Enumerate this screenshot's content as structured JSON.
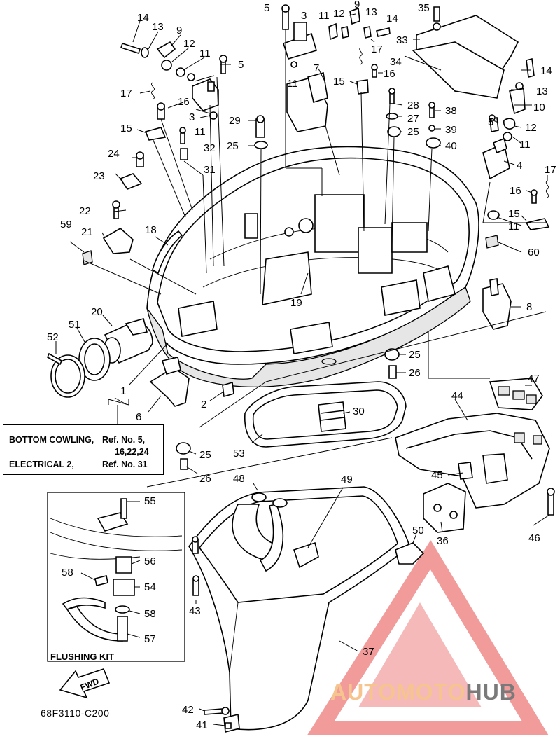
{
  "diagram": {
    "part_code": "68F3110-C200",
    "fwd_label": "FWD",
    "flushing_kit_label": "FLUSHING KIT",
    "reference_box": {
      "line1_left": "BOTTOM COWLING,",
      "line1_right": "Ref. No. 5,",
      "line2_right": "16,22,24",
      "line3_left": "ELECTRICAL 2,",
      "line3_right": "Ref. No. 31"
    },
    "watermark": {
      "part1": "AUTOMOTO",
      "part2": "HUB",
      "colors": {
        "part1": "#f6c48e",
        "part2": "#7a7a7a",
        "logo": "#f08a8a"
      }
    },
    "callouts": {
      "n14a": "14",
      "n13a": "13",
      "n9a": "9",
      "n12a": "12",
      "n11a": "11",
      "n5a": "5",
      "n17a": "17",
      "n16a": "16",
      "n3a": "3",
      "n11b": "11",
      "n15a": "15",
      "n32": "32",
      "n31": "31",
      "n24": "24",
      "n23": "23",
      "n22": "22",
      "n21": "21",
      "n59": "59",
      "n18": "18",
      "n29": "29",
      "n25a": "25",
      "n5b": "5",
      "n3b": "3",
      "n11c": "11",
      "n12b": "12",
      "n9b": "9",
      "n13b": "13",
      "n14b": "14",
      "n17b": "17",
      "n11d": "11",
      "n7": "7",
      "n15b": "15",
      "n16b": "16",
      "n35": "35",
      "n33": "33",
      "n34": "34",
      "n28": "28",
      "n27": "27",
      "n25b": "25",
      "n38": "38",
      "n39": "39",
      "n40": "40",
      "n14c": "14",
      "n13c": "13",
      "n10": "10",
      "n5c": "5",
      "n12c": "12",
      "n11e": "11",
      "n4": "4",
      "n17c": "17",
      "n16c": "16",
      "n15c": "15",
      "n11f": "11",
      "n60": "60",
      "n19": "19",
      "n8": "8",
      "n20": "20",
      "n51": "51",
      "n52": "52",
      "n1": "1",
      "n6": "6",
      "n2": "2",
      "n25c": "25",
      "n26a": "26",
      "n47": "47",
      "n30": "30",
      "n44": "44",
      "n53": "53",
      "n25d": "25",
      "n26b": "26",
      "n48": "48",
      "n49": "49",
      "n45": "45",
      "n36": "36",
      "n46": "46",
      "n50": "50",
      "n55": "55",
      "n56": "56",
      "n58a": "58",
      "n54": "54",
      "n58b": "58",
      "n57": "57",
      "n43": "43",
      "n37": "37",
      "n42": "42",
      "n41": "41"
    }
  }
}
